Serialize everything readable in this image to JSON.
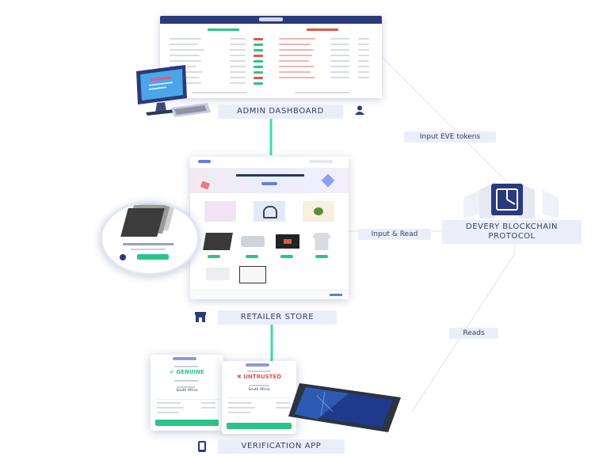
{
  "labels": {
    "admin": "ADMIN DASHBOARD",
    "store": "RETAILER STORE",
    "verification": "VERIFICATION APP",
    "protocol_line1": "DEVERY BLOCKCHAIN",
    "protocol_line2": "PROTOCOL"
  },
  "edges": {
    "input_eve": "Input EVE tokens",
    "input_read": "Input & Read",
    "reads": "Reads"
  },
  "phones": {
    "genuine": "GENUINE",
    "untrusted": "UNTRUSTED",
    "origin_left": "South Africa",
    "origin_right": "South Africa"
  },
  "icons": {
    "admin": "user-icon",
    "store": "storefront-icon",
    "verification": "mobile-phone-icon",
    "protocol": "blockchain-cube-icon"
  },
  "colors": {
    "accent_green": "#2bc48a",
    "navy": "#2a3a7c",
    "label_bg": "#e9eef8",
    "connector": "#3ddbb0",
    "red": "#e0564a"
  }
}
